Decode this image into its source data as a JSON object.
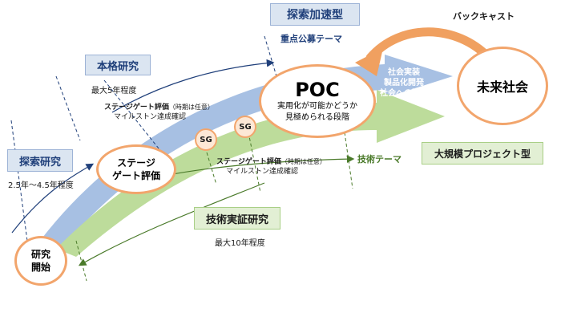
{
  "colors": {
    "arrow_blue": "#a7c0e3",
    "arrow_green": "#bddc9b",
    "circle_border": "#f2a56c",
    "blue_line": "#1f3f7a",
    "green_line": "#4a7a2a",
    "backcast_arrow": "#f0a060"
  },
  "top": {
    "exploratory_accel": "探索加速型",
    "priority_theme": "重点公募テーマ",
    "backcast": "バックキャスト"
  },
  "full_research": {
    "title": "本格研究",
    "duration": "最大5年程度"
  },
  "exploratory_research": {
    "title": "探索研究",
    "duration": "2.5年～4.5年程度"
  },
  "stage_gate_eval_1": {
    "line1": "ステージゲート評価",
    "note": "（時期は任意）",
    "line2": "マイルストン達成確認"
  },
  "stage_gate_eval_2": {
    "line1": "ステージゲート評価",
    "note": "（時期は任意）",
    "line2": "マイルストン達成確認"
  },
  "sg_markers": [
    "SG",
    "SG"
  ],
  "stage_gate_circle": {
    "line1": "ステージ",
    "line2": "ゲート評価"
  },
  "start_circle": {
    "line1": "研究",
    "line2": "開始"
  },
  "poc": {
    "title": "POC",
    "line1": "実用化が可能かどうか",
    "line2": "見極められる段階"
  },
  "outcomes": [
    "社会実装",
    "製品化開発",
    "社会への浸透"
  ],
  "future": "未来社会",
  "tech_theme": "技術テーマ",
  "large_project": "大規模プロジェクト型",
  "tech_demo": {
    "title": "技術実証研究",
    "duration": "最大10年程度"
  }
}
